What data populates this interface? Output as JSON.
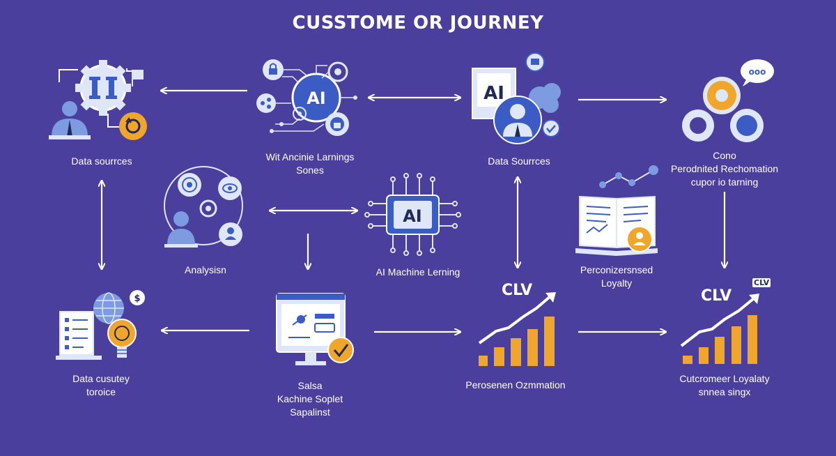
{
  "title": "CUSSTOME OR JOURNEY",
  "nodes": {
    "data_sources_left": {
      "lines": [
        "Data sourrces"
      ]
    },
    "wit_ai": {
      "lines": [
        "Wit Ancinie Larnings",
        "Sones"
      ]
    },
    "data_sources_mid": {
      "lines": [
        "Data Sourrces"
      ]
    },
    "personalized_reco": {
      "lines": [
        "Cono",
        "Perodnited Rechomation",
        "cupor io tarning"
      ]
    },
    "analysis": {
      "lines": [
        "Analysisn"
      ]
    },
    "ai_machine": {
      "lines": [
        "AI Machine Lerning"
      ]
    },
    "personalized_loyalty": {
      "lines": [
        "Perconizersnsed",
        "Loyalty"
      ]
    },
    "data_cust": {
      "lines": [
        "Data cusutey",
        "toroice"
      ]
    },
    "sales": {
      "lines": [
        "Salsa",
        "Kachine Soplet",
        "Sapalinst"
      ]
    },
    "person_opt": {
      "lines": [
        "Perosenen Ozmmation"
      ]
    },
    "cust_loyalty": {
      "lines": [
        "Cutcromeer Loyalaty",
        "snnea singx"
      ]
    }
  },
  "badges": {
    "ai": "AI",
    "clv": "CLV",
    "chat": "ooo",
    "dollar": "$"
  },
  "colors": {
    "background": "#4a3f9c",
    "icon_blue": "#3b5cc4",
    "icon_light": "#dfe6f7",
    "accent_orange": "#f0a52b",
    "white": "#ffffff"
  }
}
